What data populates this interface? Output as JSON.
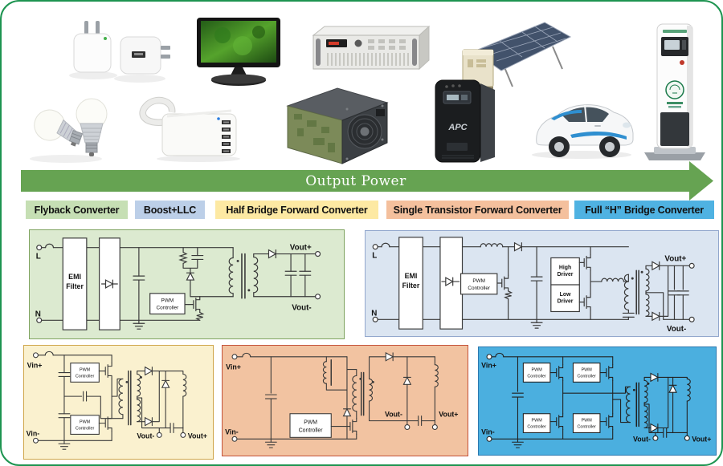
{
  "page": {
    "border_color": "#1d9450",
    "background": "#ffffff"
  },
  "arrow": {
    "label": "Output Power",
    "color": "#66a352"
  },
  "categories": [
    {
      "id": "flyback",
      "label": "Flyback Converter",
      "bg": "#c6dfb4"
    },
    {
      "id": "boost-llc",
      "label": "Boost+LLC",
      "bg": "#bccfe8"
    },
    {
      "id": "half-bridge-forward",
      "label": "Half Bridge Forward Converter",
      "bg": "#fde9a3"
    },
    {
      "id": "single-transistor-forward",
      "label": "Single Transistor Forward Converter",
      "bg": "#f4c09d"
    },
    {
      "id": "full-h-bridge",
      "label": "Full “H” Bridge Converter",
      "bg": "#4fb2e2"
    }
  ],
  "panels": {
    "flyback": {
      "bg": "#dcead0",
      "border": "#7fa460",
      "labels": {
        "l": "L",
        "n": "N",
        "vout_plus": "Vout+",
        "vout_minus": "Vout-"
      },
      "blocks": {
        "emi": [
          "EMI",
          "Filter"
        ],
        "pwm": [
          "PWM",
          "Controller"
        ]
      }
    },
    "boost_llc": {
      "bg": "#dbe5f1",
      "border": "#92a7cd",
      "labels": {
        "l": "L",
        "n": "N",
        "vout_plus": "Vout+",
        "vout_minus": "Vout-"
      },
      "blocks": {
        "emi": [
          "EMI",
          "Filter"
        ],
        "pwm": [
          "PWM",
          "Controller"
        ],
        "high_driver": [
          "High",
          "Driver"
        ],
        "low_driver": [
          "Low",
          "Driver"
        ]
      }
    },
    "half_bridge": {
      "bg": "#faf1cf",
      "border": "#cfa64b",
      "labels": {
        "vin_plus": "Vin+",
        "vin_minus": "Vin-",
        "vout_plus": "Vout+",
        "vout_minus": "Vout-"
      },
      "blocks": {
        "pwm": [
          "PWM",
          "Controller"
        ]
      }
    },
    "forward": {
      "bg": "#f2c3a1",
      "border": "#c4523a",
      "labels": {
        "vin_plus": "Vin+",
        "vin_minus": "Vin-",
        "vout_plus": "Vout+",
        "vout_minus": "Vout-"
      },
      "blocks": {
        "pwm": [
          "PWM",
          "Controller"
        ]
      }
    },
    "h_bridge": {
      "bg": "#4bafdf",
      "border": "#2c79af",
      "labels": {
        "vin_plus": "Vin+",
        "vin_minus": "Vin-",
        "vout_plus": "Vout+",
        "vout_minus": "Vout-"
      },
      "blocks": {
        "pwm": [
          "PWM",
          "Controller"
        ]
      }
    }
  },
  "products": [
    {
      "id": "usb-wall-chargers"
    },
    {
      "id": "lcd-monitor"
    },
    {
      "id": "rack-power-supply"
    },
    {
      "id": "solar-panel-system"
    },
    {
      "id": "ev-charging-station"
    },
    {
      "id": "led-bulbs"
    },
    {
      "id": "multiport-usb-charger"
    },
    {
      "id": "atx-power-supply"
    },
    {
      "id": "ups",
      "logo": "APC"
    },
    {
      "id": "electric-car"
    }
  ]
}
